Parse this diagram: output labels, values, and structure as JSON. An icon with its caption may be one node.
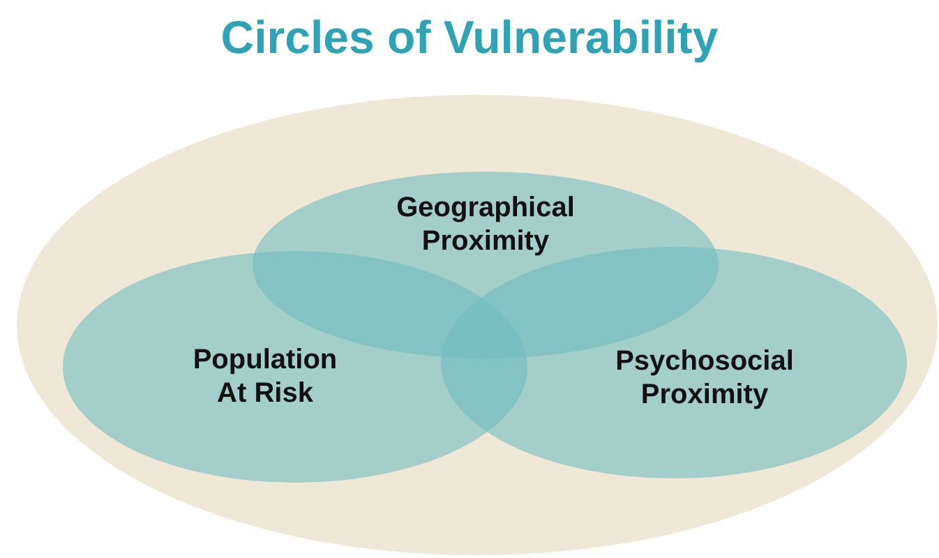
{
  "diagram": {
    "title": "Circles of Vulnerability",
    "nodes": [
      {
        "text": [],
        "shape": "ellipse"
      },
      {
        "text": [
          "Geographical Proximity"
        ],
        "in": 0
      },
      {
        "text": [
          "Population At Risk"
        ],
        "in": 0
      },
      {
        "text": [
          "Psychosocial Proximity"
        ],
        "in": 0
      }
    ]
  }
}
